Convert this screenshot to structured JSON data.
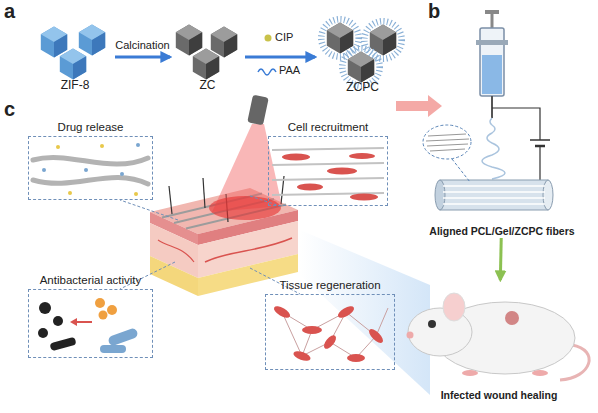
{
  "diagram": {
    "nodes": [
      {
        "text": [
          "ZIF-8"
        ]
      },
      {
        "text": [
          "ZC"
        ]
      },
      {
        "text": [
          "ZCPC"
        ]
      },
      {
        "text": [
          "Aligned PCL/Gel/ZCPC fibers"
        ]
      },
      {
        "text": [
          "Drug release"
        ]
      },
      {
        "text": [
          "Cell recruitment"
        ]
      },
      {
        "text": [
          "Antibacterial activity"
        ]
      },
      {
        "text": [
          "Tissue regeneration"
        ]
      },
      {
        "text": [
          "Infected wound healing"
        ]
      }
    ],
    "edges": [
      {
        "from": 0,
        "to": 1,
        "label": "Calcination",
        "arrow": "to"
      },
      {
        "from": 1,
        "to": 2,
        "arrow": "to"
      },
      {
        "from": 3,
        "to": 8,
        "arrow": "to"
      }
    ],
    "labels": [
      "a",
      "b",
      "c",
      "CIP",
      "PAA"
    ]
  }
}
